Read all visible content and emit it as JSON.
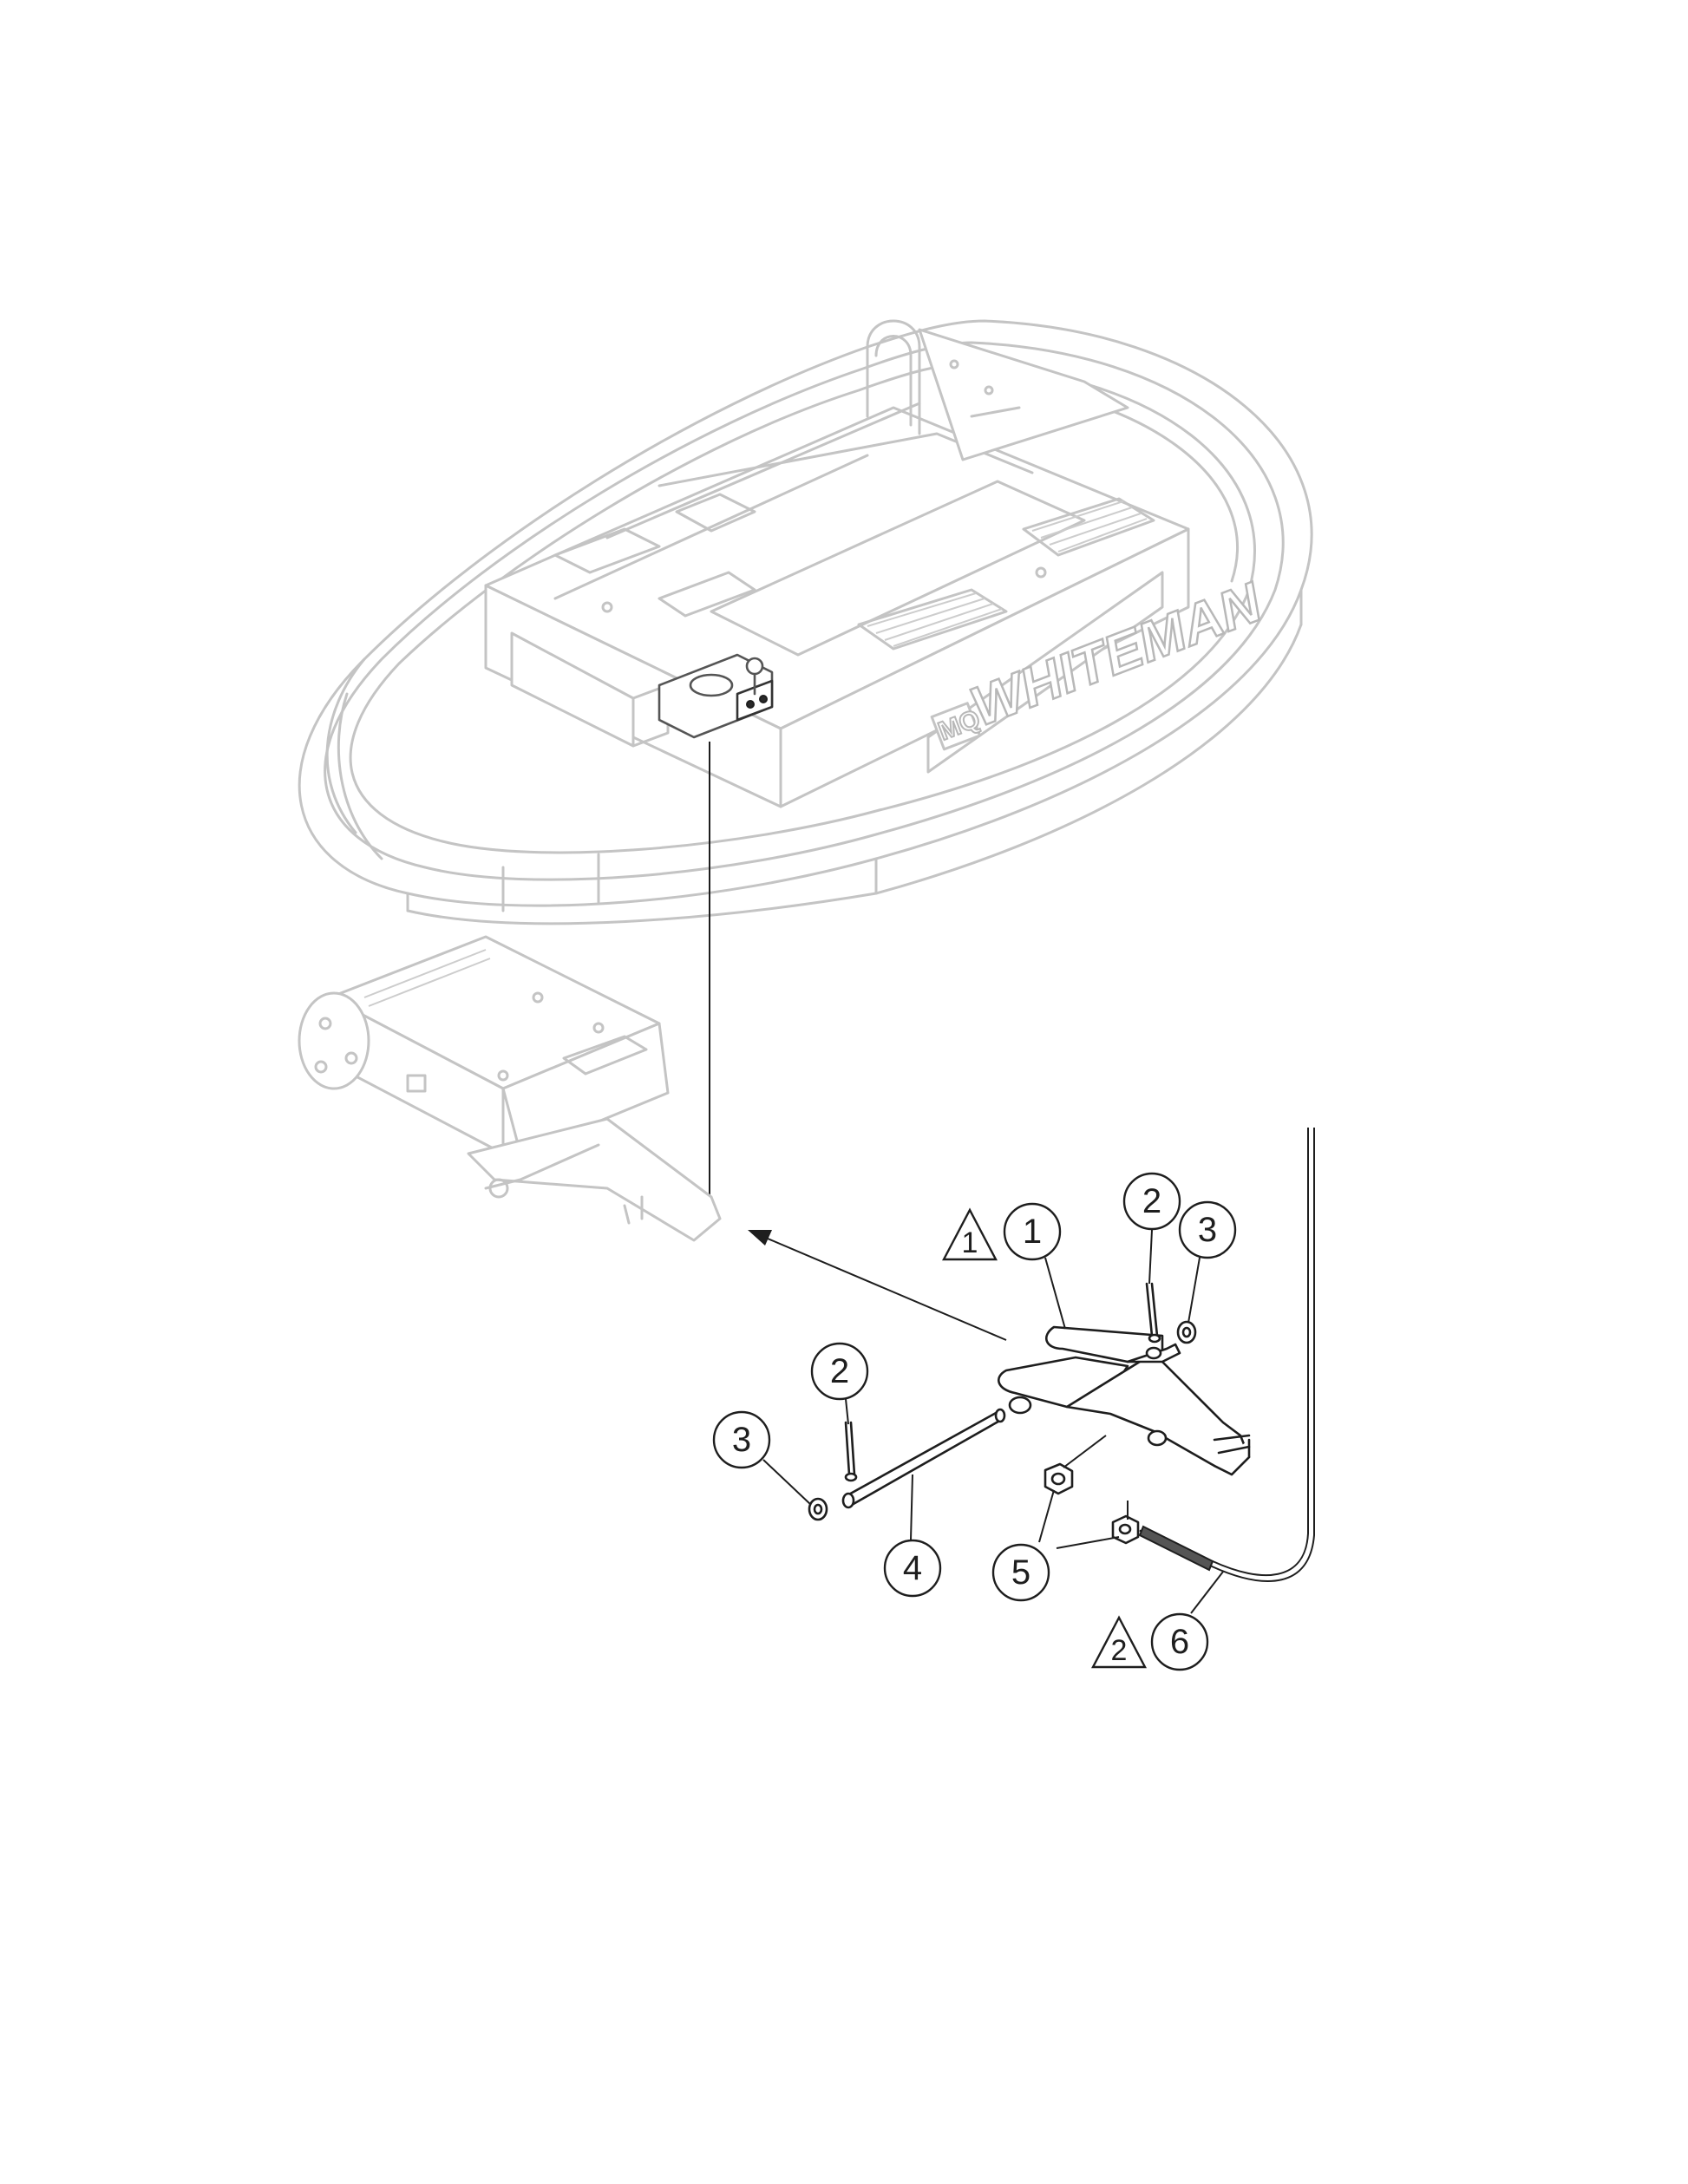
{
  "brand": {
    "name": "WHITEMAN",
    "logo": "MQ"
  },
  "callouts": [
    {
      "id": "c1",
      "label": "1",
      "part": "yoke"
    },
    {
      "id": "c2a",
      "label": "2",
      "part": "cotter-pin-upper"
    },
    {
      "id": "c3a",
      "label": "3",
      "part": "washer-right"
    },
    {
      "id": "c2b",
      "label": "2",
      "part": "cotter-pin-lower"
    },
    {
      "id": "c3b",
      "label": "3",
      "part": "washer-left"
    },
    {
      "id": "c4",
      "label": "4",
      "part": "pin"
    },
    {
      "id": "c5",
      "label": "5",
      "part": "nuts"
    },
    {
      "id": "c6",
      "label": "6",
      "part": "cable"
    }
  ],
  "notes": [
    {
      "id": "n1",
      "label": "1"
    },
    {
      "id": "n2",
      "label": "2"
    }
  ]
}
